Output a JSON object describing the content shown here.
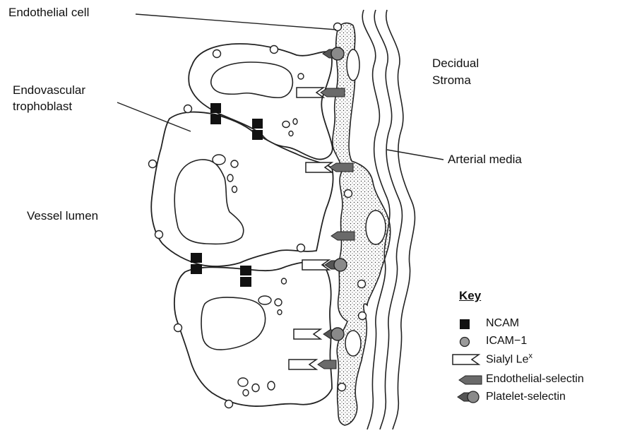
{
  "labels": {
    "endothelial_cell": "Endothelial cell",
    "endovascular_trophoblast_line1": "Endovascular",
    "endovascular_trophoblast_line2": "trophoblast",
    "vessel_lumen": "Vessel lumen",
    "decidual_stroma_line1": "Decidual",
    "decidual_stroma_line2": "Stroma",
    "arterial_media": "Arterial media"
  },
  "key": {
    "title": "Key",
    "items": {
      "ncam": "NCAM",
      "icam1": "ICAM−1",
      "sialyl_lex_base": "Sialyl Le",
      "sialyl_lex_sup": "x",
      "endothelial_selectin": "Endothelial-selectin",
      "platelet_selectin": "Platelet-selectin"
    }
  }
}
